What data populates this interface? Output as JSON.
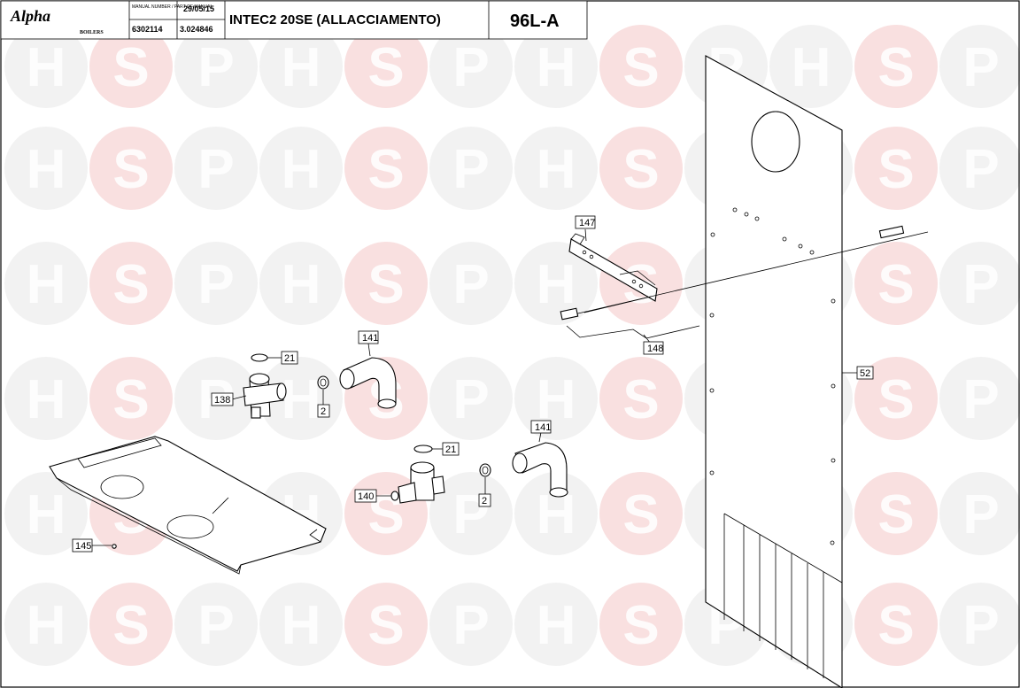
{
  "title_block": {
    "brand": "Alpha",
    "brand_sub": "BOILERS",
    "small_note": "MANUAL NUMBER / PART OF MANUAL",
    "date": "29/05/15",
    "manual_no": "6302114",
    "version": "3.024846",
    "title": "INTEC2 20SE (ALLACCIAMENTO)",
    "code": "96L-A"
  },
  "watermark": {
    "letters": [
      "H",
      "S",
      "P"
    ],
    "color": "#f4cccc"
  },
  "callouts": {
    "c147": "147",
    "c148": "148",
    "c52": "52",
    "c141_top": "141",
    "c21_top": "21",
    "c138": "138",
    "c2_top": "2",
    "c21_bottom": "21",
    "c141_bottom": "141",
    "c140": "140",
    "c2_bottom": "2",
    "c145": "145"
  }
}
